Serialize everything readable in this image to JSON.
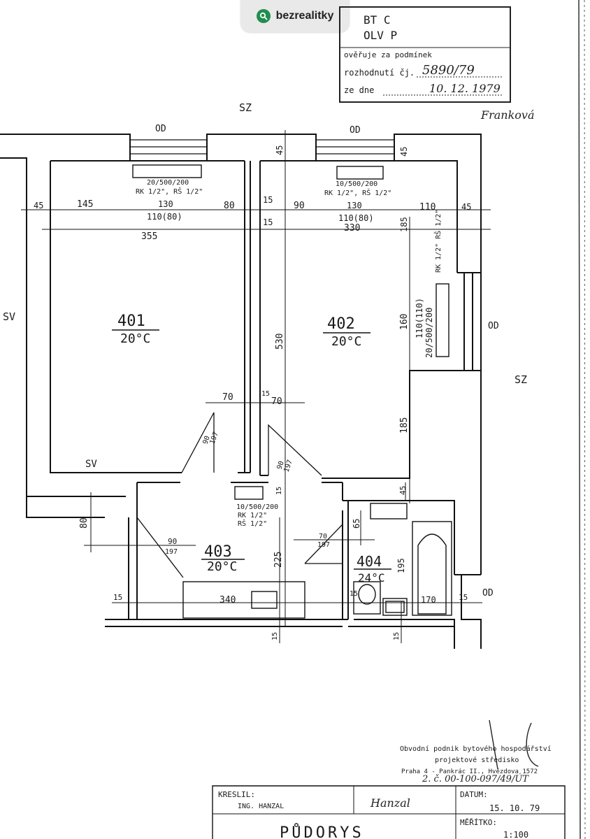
{
  "brand": {
    "name": "bezrealitky",
    "color": "#1f8f4e"
  },
  "stamp": {
    "line1": "BT C",
    "line2": "OLV P",
    "verify": "ověřuje za podmínek",
    "decision_label": "rozhodnutí čj.",
    "decision_no": "5890/79",
    "date_label": "ze dne",
    "date": "10. 12. 1979",
    "signature": "Franková"
  },
  "orientation": {
    "sz": "SZ",
    "sv": "SV",
    "od": "OD"
  },
  "rooms": [
    {
      "number": "401",
      "temp": "20°C"
    },
    {
      "number": "402",
      "temp": "20°C"
    },
    {
      "number": "403",
      "temp": "20°C"
    },
    {
      "number": "404",
      "temp": "24°C"
    }
  ],
  "radiators": {
    "r401": {
      "spec": "20/500/200",
      "valves": "RK 1/2\", RŠ 1/2\"",
      "width": "130",
      "niche": "110(80)"
    },
    "r402": {
      "spec": "10/500/200",
      "valves": "RK 1/2\", RŠ 1/2\"",
      "width": "130",
      "niche": "110(80)"
    },
    "r402b": {
      "spec": "20/500/200",
      "niche": "110(110)",
      "valves": "RK 1/2\" RŠ 1/2\""
    },
    "r403": {
      "spec": "10/500/200",
      "valves1": "RK 1/2\"",
      "valves2": "RŠ 1/2\""
    }
  },
  "dims": {
    "d45a": "45",
    "d145": "145",
    "d80": "80",
    "d355": "355",
    "d15a": "15",
    "d15b": "15",
    "d90": "90",
    "d110": "110",
    "d45b": "45",
    "d330": "330",
    "d45top": "45",
    "d45topR": "45",
    "d185": "185",
    "d160": "160",
    "d185b": "185",
    "d530": "530",
    "d70a": "70",
    "d70b": "70",
    "d15c": "15",
    "door1": "90",
    "door1b": "197",
    "door2": "90",
    "door2b": "197",
    "d80b": "80",
    "d90c": "90",
    "d197c": "197",
    "d225": "225",
    "d15d": "15",
    "d65": "65",
    "d70c": "70",
    "d197d": "197",
    "d195": "195",
    "d45c": "45",
    "d15e": "15",
    "d340": "340",
    "d15f": "15",
    "d170": "170",
    "d15g": "15",
    "d15h": "15",
    "d15i": "15"
  },
  "office": {
    "line1": "Obvodní podnik bytového hospodářství",
    "line2": "projektové středisko",
    "line3": "Praha 4 - Pankrác II., Hvězdova 1572",
    "code": "2. č. 00-100-097/49/ÚT"
  },
  "titleblock": {
    "drew_label": "KRESLIL:",
    "drew_name": "ING. HANZAL",
    "signature": "Hanzal",
    "date_label": "DATUM:",
    "date": "15. 10. 79",
    "title": "PŮDORYS",
    "scale_label": "MĚŘÍTKO:",
    "scale": "1:100"
  }
}
